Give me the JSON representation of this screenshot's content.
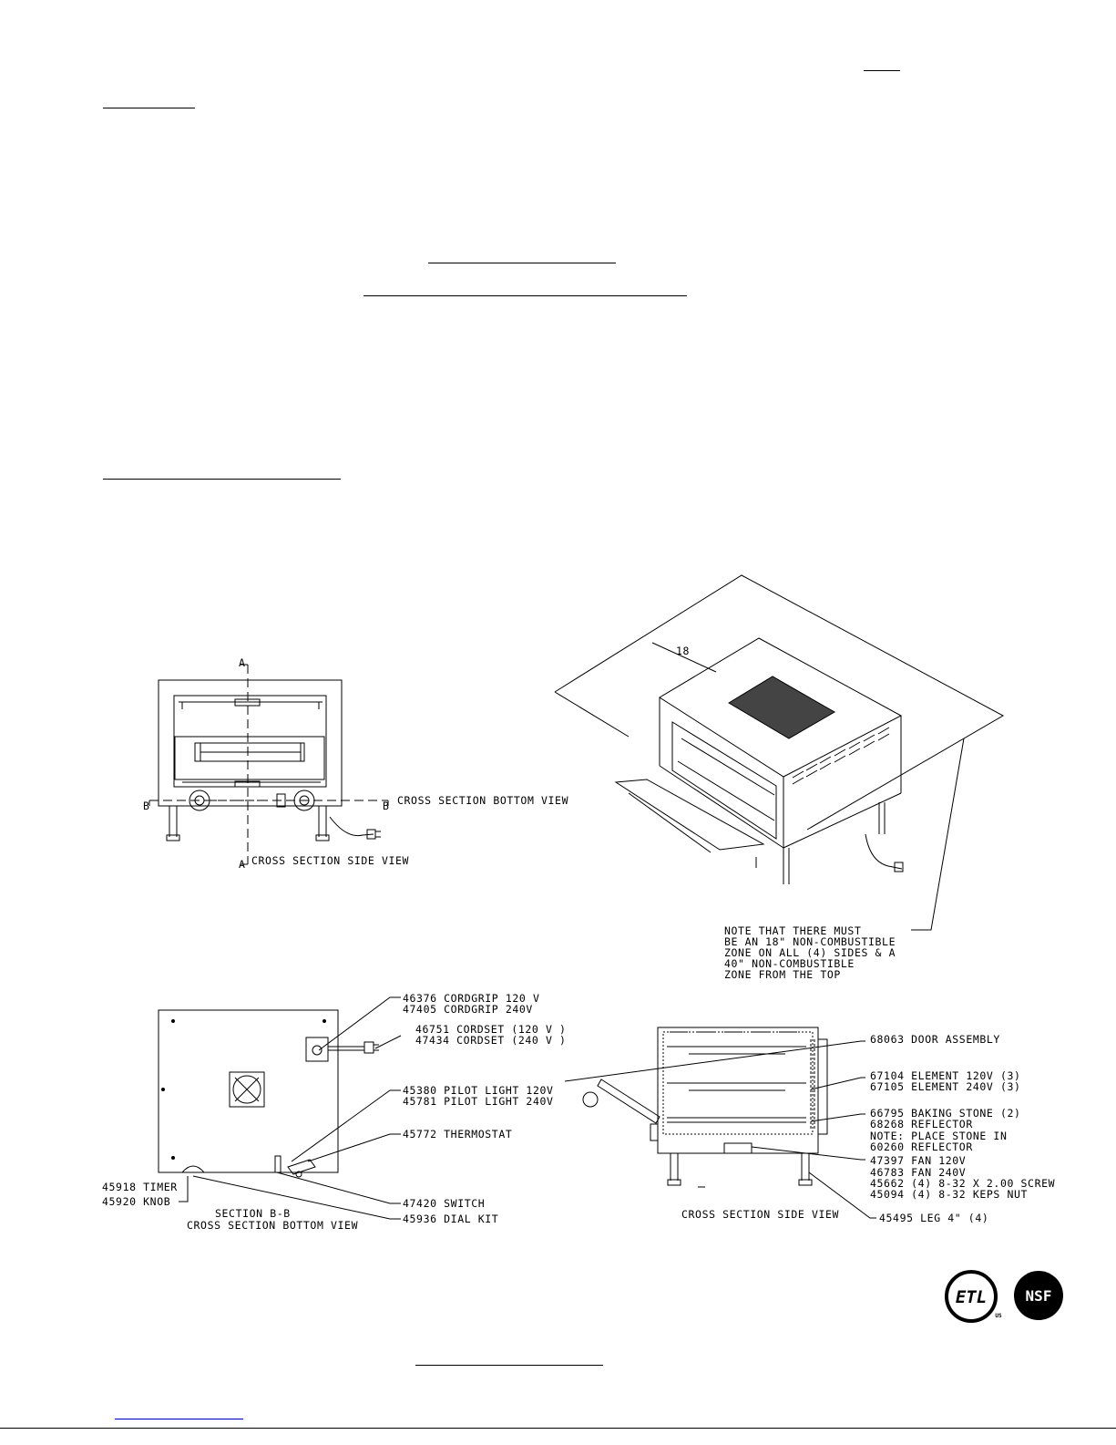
{
  "views": {
    "front_view": {
      "section_a_top": "A",
      "section_a_bottom": "A",
      "section_b_left": "B",
      "section_b_right": "B",
      "cross_section_bottom_label": "CROSS SECTION BOTTOM VIEW",
      "cross_section_side_label": "CROSS SECTION SIDE VIEW"
    },
    "isometric_view": {
      "clearance_dim": "18",
      "note_lines": [
        "NOTE THAT THERE MUST",
        "BE AN 18\" NON-COMBUSTIBLE",
        "ZONE ON ALL (4) SIDES & A",
        "40\" NON-COMBUSTIBLE",
        "ZONE FROM THE TOP"
      ]
    },
    "bottom_view": {
      "title_line1": "SECTION B-B",
      "title_line2": "CROSS SECTION BOTTOM VIEW",
      "callouts": {
        "cordgrip": [
          "46376 CORDGRIP 120 V",
          "47405 CORDGRIP 240V"
        ],
        "cordset": [
          "46751 CORDSET (120 V )",
          "47434 CORDSET (240 V )"
        ],
        "pilot_light": [
          "45380 PILOT LIGHT 120V",
          "45781 PILOT LIGHT 240V"
        ],
        "thermostat": "45772 THERMOSTAT",
        "switch": "47420 SWITCH",
        "dial_kit": "45936 DIAL KIT",
        "timer": "45918 TIMER",
        "knob": "45920 KNOB"
      }
    },
    "side_view": {
      "title": "CROSS SECTION SIDE VIEW",
      "callouts": {
        "door": "68063 DOOR ASSEMBLY",
        "element": [
          "67104 ELEMENT 120V (3)",
          "67105 ELEMENT 240V (3)"
        ],
        "stone": [
          "66795 BAKING STONE (2)",
          "68268 REFLECTOR",
          "NOTE: PLACE STONE IN",
          "60260 REFLECTOR"
        ],
        "fan": [
          "47397 FAN 120V",
          "46783 FAN 240V",
          "45662 (4) 8-32 X 2.00 SCREW",
          "45094 (4) 8-32 KEPS NUT"
        ],
        "leg": "45495 LEG 4\" (4)"
      }
    }
  },
  "logos": {
    "etl": "ETL",
    "etl_sub": "US",
    "nsf": "NSF"
  },
  "colors": {
    "ink": "#000000",
    "paper": "#ffffff",
    "link": "#0000ee"
  }
}
